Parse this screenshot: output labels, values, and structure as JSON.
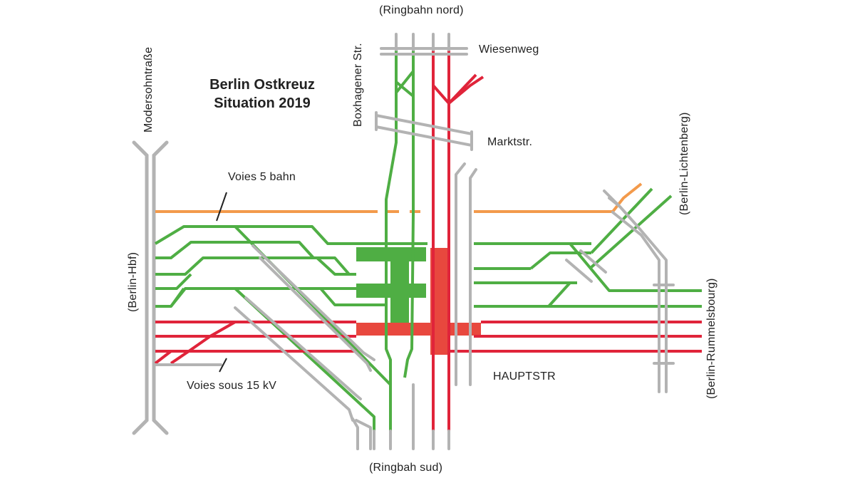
{
  "title": {
    "line1": "Berlin Ostkreuz",
    "line2": "Situation 2019"
  },
  "labels": {
    "ringbahn_nord": "(Ringbahn nord)",
    "ringbah_sud": "(Ringbah sud)",
    "wiesenweg": "Wiesenweg",
    "markstr": "Marktstr.",
    "boxhagener": "Boxhagener Str.",
    "modersohn": "Modersohntraße",
    "berlin_hbf": "(Berlin-Hbf)",
    "lichtenberg": "(Berlin-Lichtenberg)",
    "rummelsbourg": "(Berlin-Rummelsbourg)",
    "hauptstr": "HAUPTSTR",
    "voies_5": "Voies 5 bahn",
    "voies_15": "Voies sous 15 kV"
  },
  "colors": {
    "green": "#4fae44",
    "red": "#e0243a",
    "orange": "#f39a4b",
    "gray": "#b3b3b3",
    "text": "#222222"
  }
}
